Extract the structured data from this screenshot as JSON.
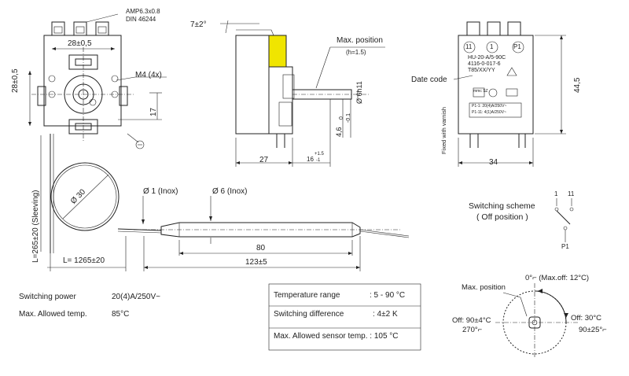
{
  "top_labels": {
    "connector_spec_1": "AMP6.3x0.8",
    "connector_spec_2": "DIN 46244",
    "dim_28_width": "28±0,5",
    "dim_28_height": "28±0,5",
    "mount_holes": "M4 (4x)",
    "dim_17": "17",
    "angle_7": "7±2°",
    "max_position": "Max. position",
    "h_note": "(h=1.5)",
    "shaft_dia": "Ø 6h11",
    "shaft_len_1": "4,6",
    "shaft_len_tol_top": "0",
    "shaft_len_tol_bottom": "-0.1",
    "side_width": "27",
    "side_depth": "16",
    "side_depth_tol_top": "+1.5",
    "side_depth_tol_bottom": "-1",
    "date_code": "Date code",
    "fixed_with_varnish": "Fixed with varnish",
    "height_44": "44,5",
    "width_34": "34",
    "terminal_1": "11",
    "terminal_2": "1",
    "terminal_3": "P1",
    "label_line1": "HU-20-A/5-90C",
    "label_line2": "4116-0-017-6",
    "label_line3": "T85/XX/YY",
    "label_line4": "P1-1: 20(4)A/250V~",
    "label_line5": "P1-11: 4(1)A/250V~",
    "brand": "mmc SZ"
  },
  "sensor": {
    "loop_dia": "Ø 30",
    "capillary_len": "L=265±20 (Sleeving)",
    "total_len": "L= 1265±20",
    "cap_dia": "Ø 1 (Inox)",
    "bulb_dia": "Ø 6 (Inox)",
    "bulb_len": "80",
    "bulb_total": "123±5"
  },
  "switching_scheme": {
    "title": "Switching scheme",
    "subtitle": "( Off position )",
    "term_1": "1",
    "term_11": "11",
    "term_p1": "P1"
  },
  "specs": {
    "switching_power_label": "Switching power",
    "switching_power_value": "20(4)A/250V~",
    "max_temp_label": "Max. Allowed temp.",
    "max_temp_value": "85°C"
  },
  "table": {
    "rows": [
      {
        "label": "Temperature range",
        "value": ":  5 - 90 °C"
      },
      {
        "label": "Switching difference",
        "value": ": 4±2  K"
      },
      {
        "label": "Max. Allowed sensor temp. : 105 °C",
        "value": ""
      }
    ]
  },
  "dial": {
    "max_position": "Max. position",
    "zero": "0°⌐ (Max.off: 12°C)",
    "off_left": "Off: 90±4°C",
    "off_right": "Off: 30°C",
    "deg_270": "270°⌐",
    "deg_90": "90±25°⌐"
  }
}
